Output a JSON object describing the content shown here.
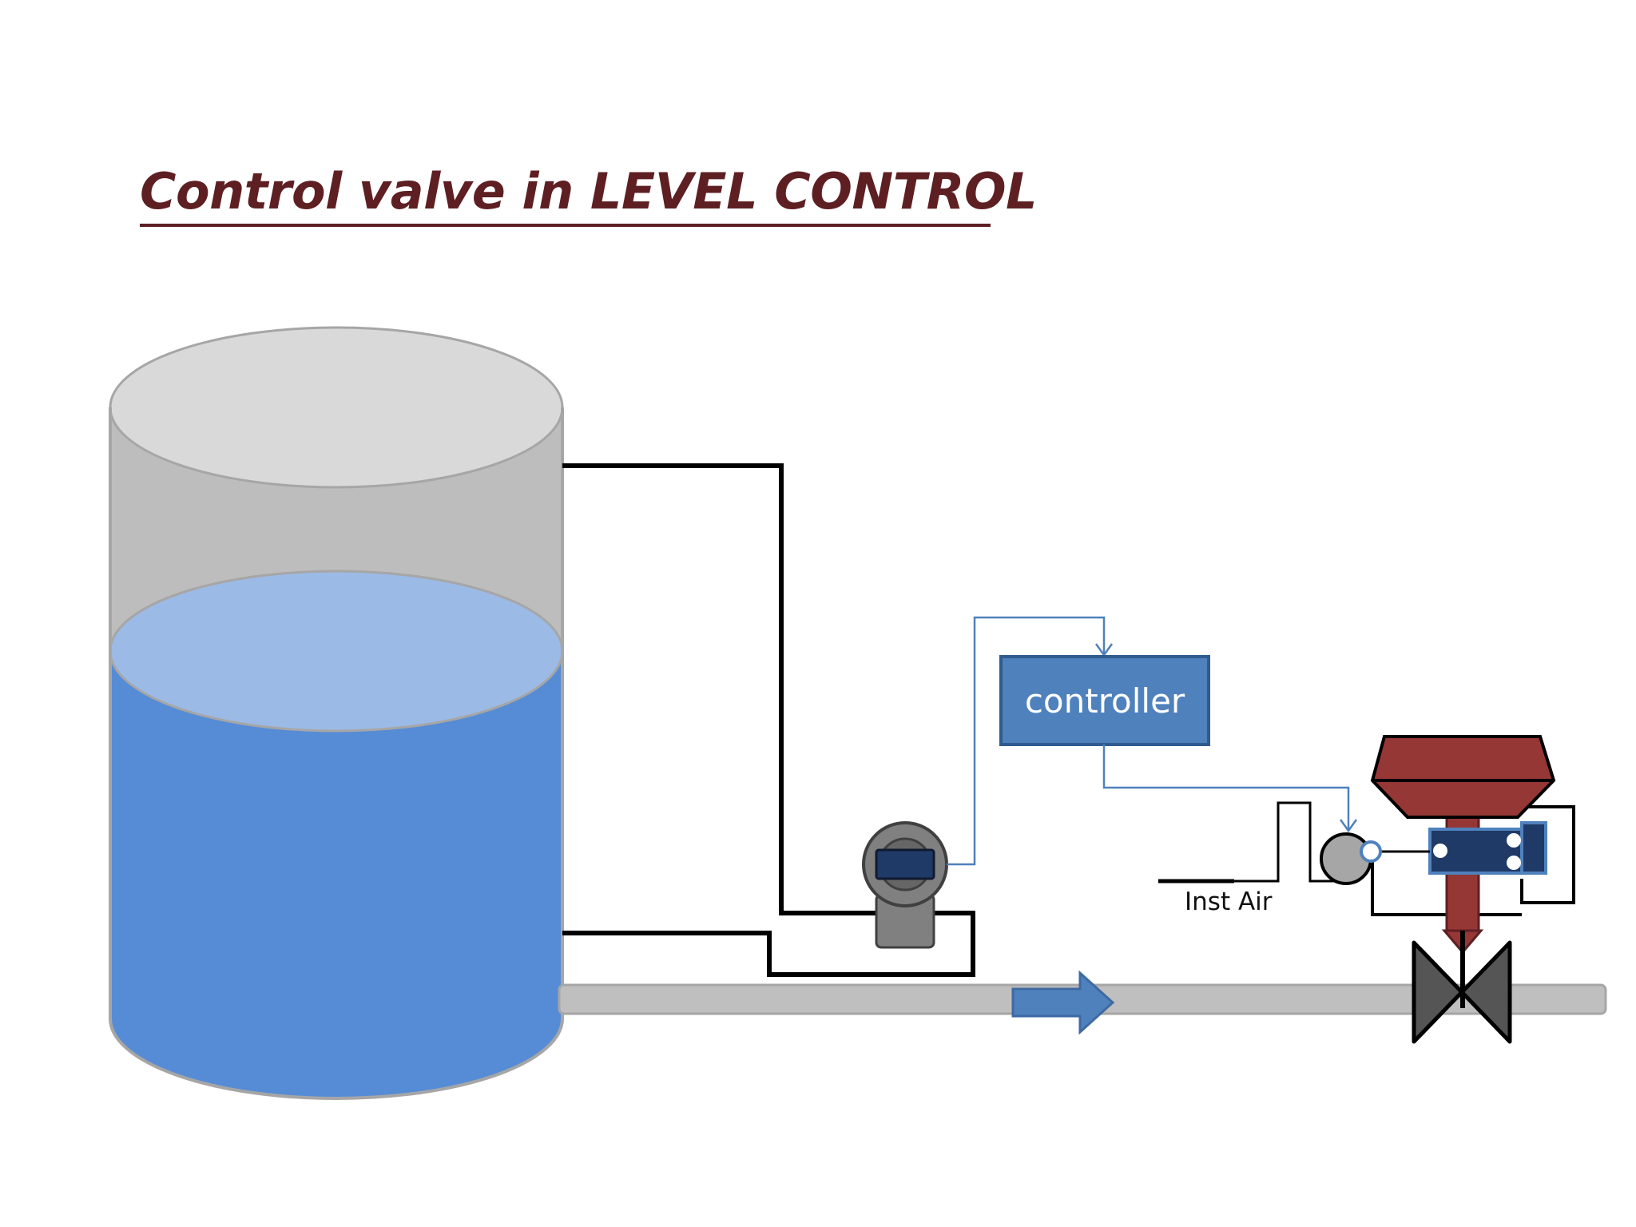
{
  "title": "Control valve in LEVEL CONTROL",
  "labels": {
    "controller": "controller",
    "inst_air": "Inst Air"
  },
  "colors": {
    "title": "#5e1f23",
    "liquid": "#568cd6",
    "liquid_surface": "#9cbae6",
    "tank_empty": "#bdbdbd",
    "tank_top": "#d9d9d9",
    "controller_box": "#4f81bd",
    "signal_line": "#4f81bd",
    "actuator": "#953735",
    "valve_body": "#555555",
    "positioner": "#1f3a66",
    "pipe": "#bfbfbf"
  },
  "icons": {
    "tank": "tank-icon",
    "level_transmitter": "transmitter-icon",
    "flow_arrow": "arrow-right-icon",
    "control_valve": "control-valve-icon",
    "positioner": "positioner-icon",
    "i_p_converter": "converter-icon"
  }
}
